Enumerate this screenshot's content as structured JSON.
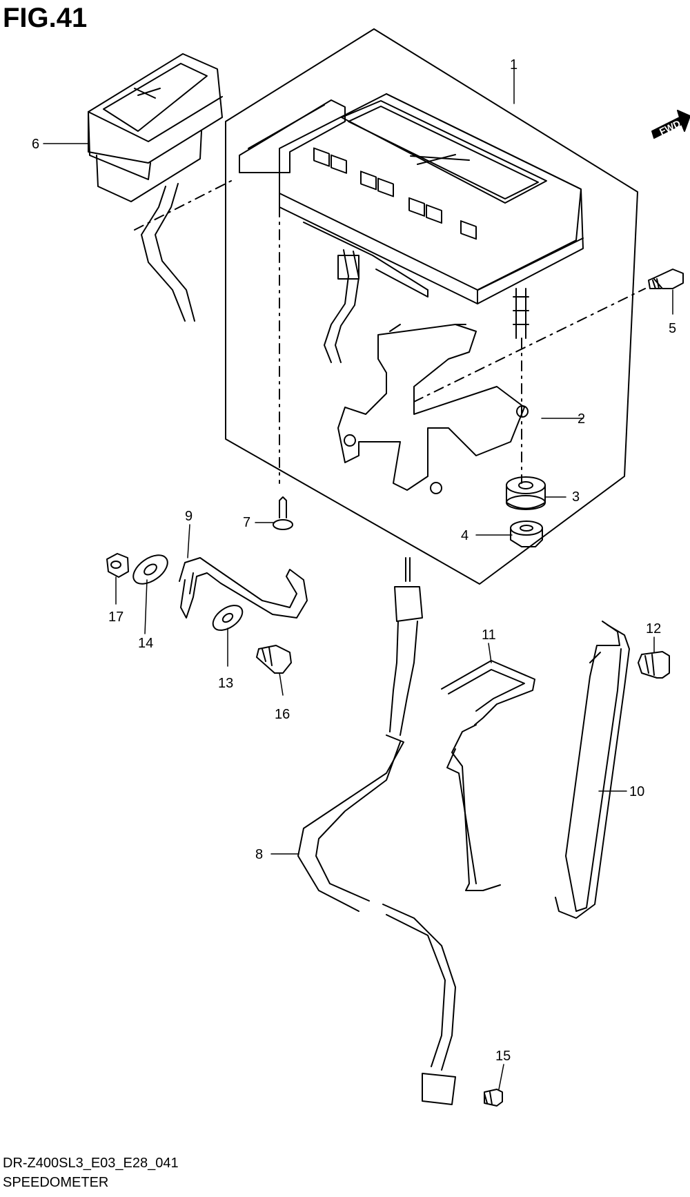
{
  "figure": {
    "title": "FIG.41",
    "code": "DR-Z400SL3_E03_E28_041",
    "caption": "SPEEDOMETER",
    "fwd_label": "FWD"
  },
  "callouts": [
    "1",
    "2",
    "3",
    "4",
    "5",
    "6",
    "7",
    "8",
    "9",
    "10",
    "11",
    "12",
    "13",
    "14",
    "15",
    "16",
    "17"
  ]
}
